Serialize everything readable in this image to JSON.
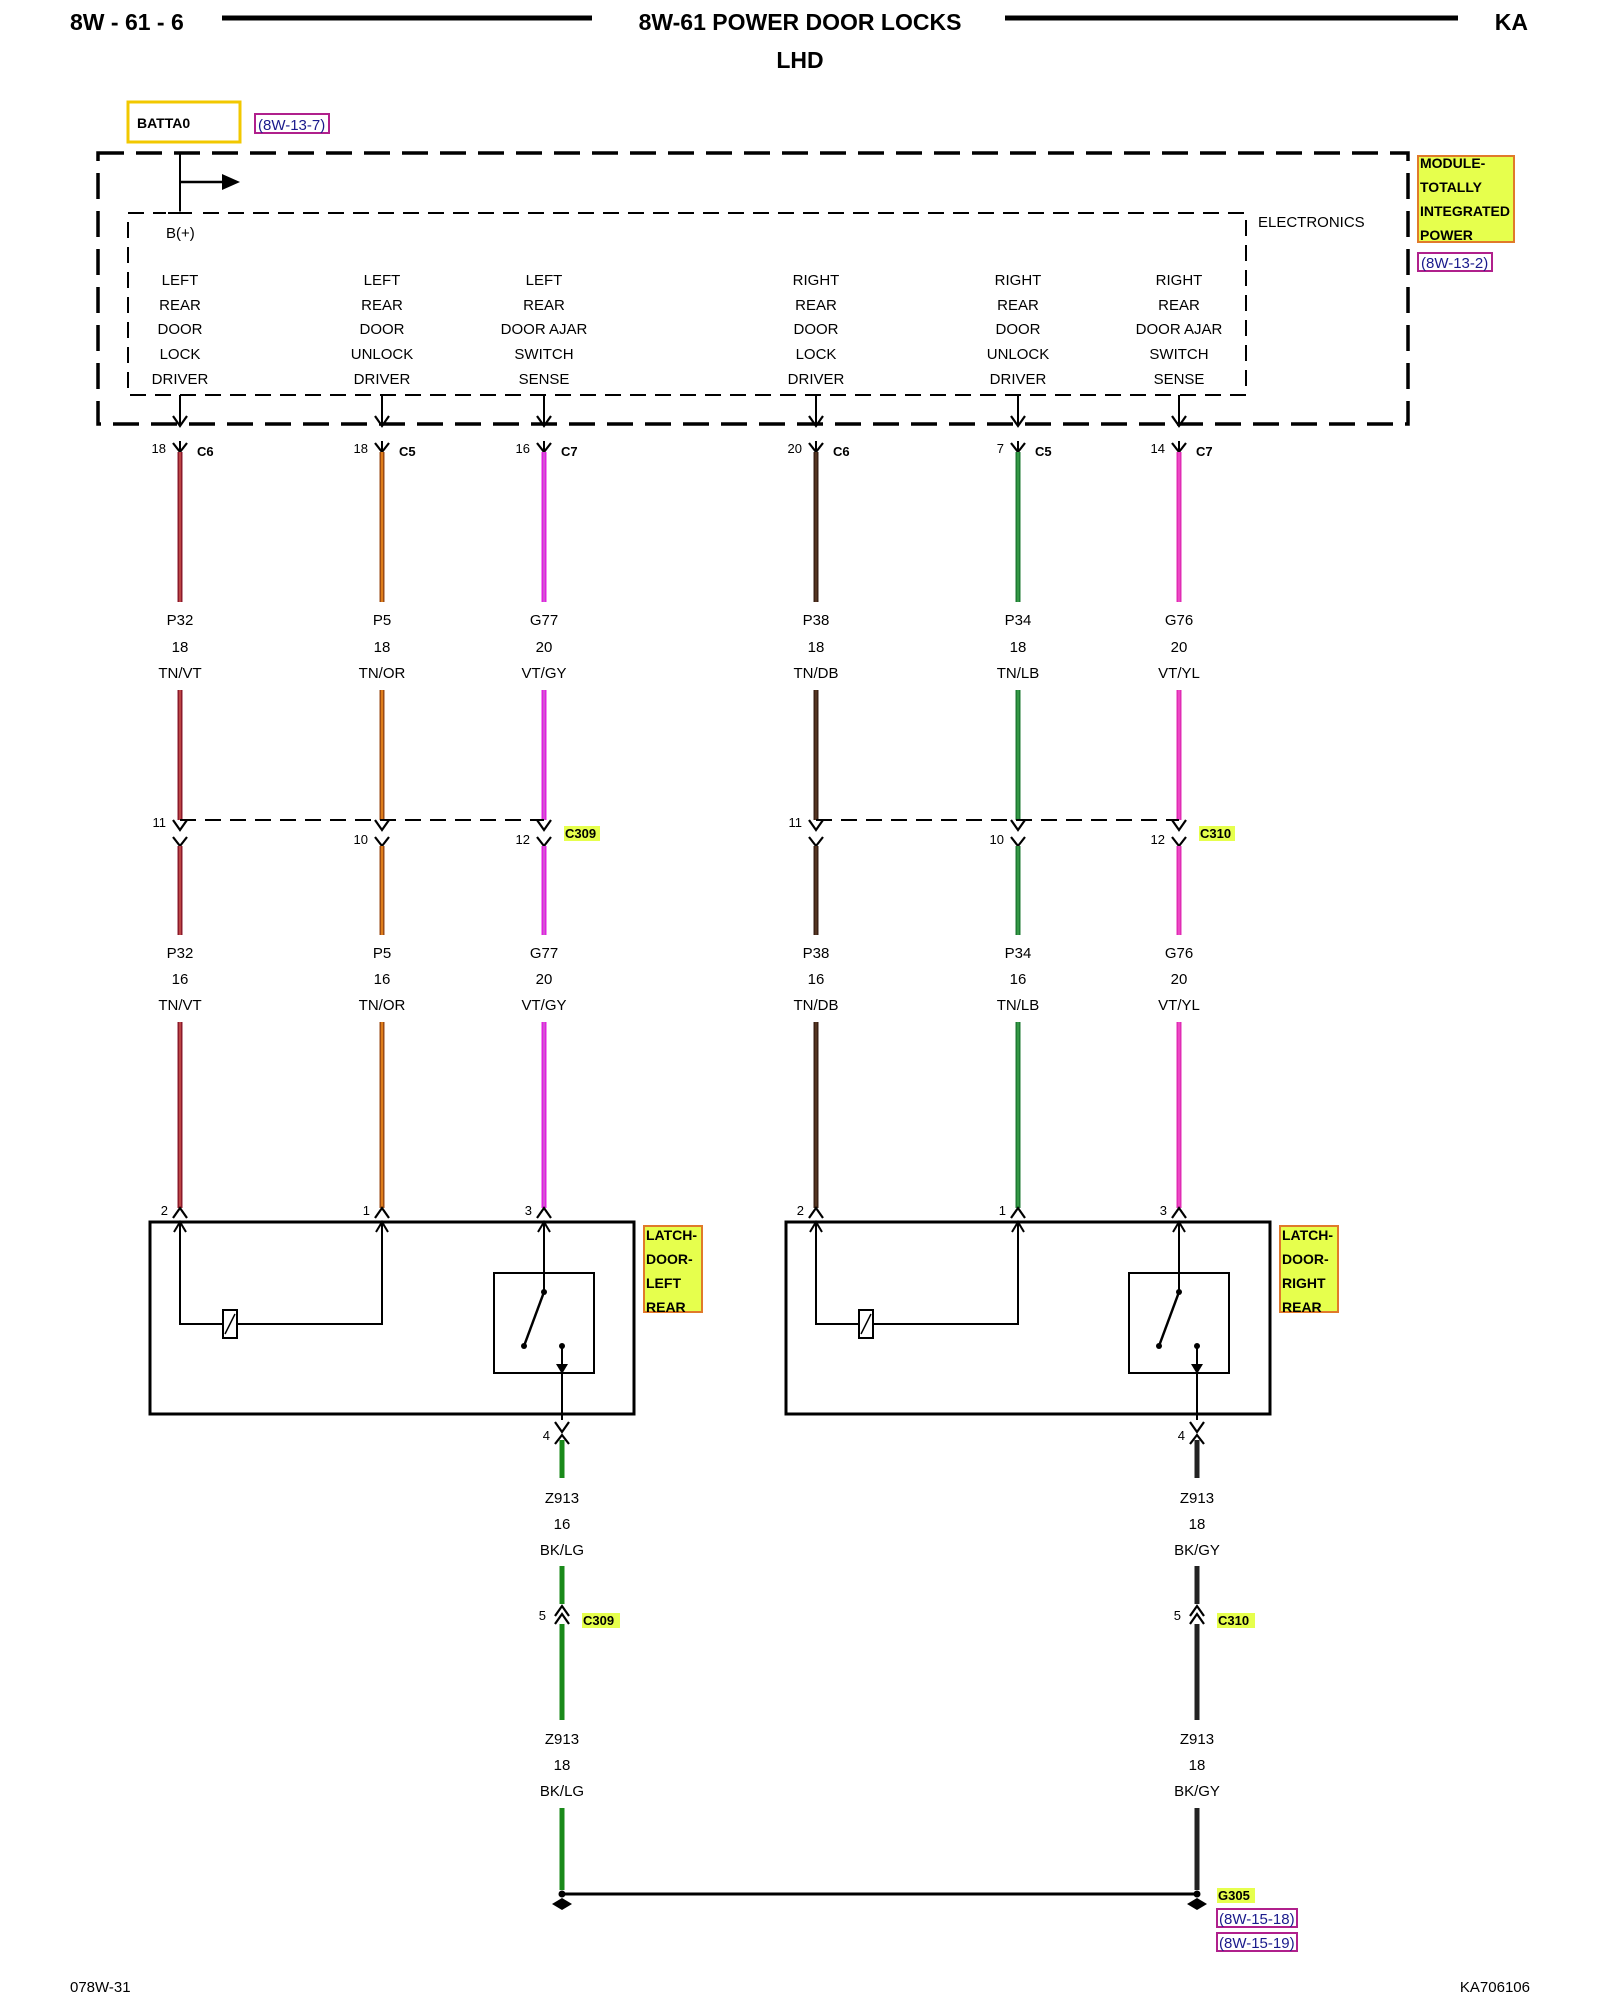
{
  "header": {
    "page_id": "8W - 61 - 6",
    "title": "8W-61 POWER DOOR LOCKS",
    "subtitle": "LHD",
    "model": "KA"
  },
  "power_source": {
    "label": "BATTA0",
    "ref": "(8W-13-7)"
  },
  "module": {
    "name_lines": [
      "MODULE-",
      "TOTALLY",
      "INTEGRATED",
      "POWER"
    ],
    "ref": "(8W-13-2)",
    "section": "ELECTRONICS",
    "bplus": "B(+)"
  },
  "circuits": [
    {
      "func": [
        "LEFT",
        "REAR",
        "DOOR",
        "LOCK",
        "DRIVER"
      ],
      "module_pin": "18",
      "module_conn": "C6",
      "wire1": [
        "P32",
        "18",
        "TN/VT"
      ],
      "inline_pin": "11",
      "wire2": [
        "P32",
        "16",
        "TN/VT"
      ],
      "latch_pin": "2",
      "color": "#8b1a2b",
      "stripe": "#c8504c"
    },
    {
      "func": [
        "LEFT",
        "REAR",
        "DOOR",
        "UNLOCK",
        "DRIVER"
      ],
      "module_pin": "18",
      "module_conn": "C5",
      "wire1": [
        "P5",
        "18",
        "TN/OR"
      ],
      "inline_pin": "10",
      "wire2": [
        "P5",
        "16",
        "TN/OR"
      ],
      "latch_pin": "1",
      "color": "#9a4a14",
      "stripe": "#f08a1c"
    },
    {
      "func": [
        "LEFT",
        "REAR",
        "DOOR AJAR",
        "SWITCH",
        "SENSE"
      ],
      "module_pin": "16",
      "module_conn": "C7",
      "wire1": [
        "G77",
        "20",
        "VT/GY"
      ],
      "inline_pin": "12",
      "inline_conn": "C309",
      "wire2": [
        "G77",
        "20",
        "VT/GY"
      ],
      "latch_pin": "3",
      "color": "#e020e0",
      "stripe": "#d060d0"
    },
    {
      "func": [
        "RIGHT",
        "REAR",
        "DOOR",
        "LOCK",
        "DRIVER"
      ],
      "module_pin": "20",
      "module_conn": "C6",
      "wire1": [
        "P38",
        "18",
        "TN/DB"
      ],
      "inline_pin": "11",
      "wire2": [
        "P38",
        "16",
        "TN/DB"
      ],
      "latch_pin": "2",
      "color": "#3a2014",
      "stripe": "#5a3a24"
    },
    {
      "func": [
        "RIGHT",
        "REAR",
        "DOOR",
        "UNLOCK",
        "DRIVER"
      ],
      "module_pin": "7",
      "module_conn": "C5",
      "wire1": [
        "P34",
        "18",
        "TN/LB"
      ],
      "inline_pin": "10",
      "wire2": [
        "P34",
        "16",
        "TN/LB"
      ],
      "latch_pin": "1",
      "color": "#1e7a32",
      "stripe": "#3aa04a"
    },
    {
      "func": [
        "RIGHT",
        "REAR",
        "DOOR AJAR",
        "SWITCH",
        "SENSE"
      ],
      "module_pin": "14",
      "module_conn": "C7",
      "wire1": [
        "G76",
        "20",
        "VT/YL"
      ],
      "inline_pin": "12",
      "inline_conn": "C310",
      "wire2": [
        "G76",
        "20",
        "VT/YL"
      ],
      "latch_pin": "3",
      "color": "#e02cb4",
      "stripe": "#f050c8"
    }
  ],
  "latches": [
    {
      "name_lines": [
        "LATCH-",
        "DOOR-",
        "LEFT",
        "REAR"
      ]
    },
    {
      "name_lines": [
        "LATCH-",
        "DOOR-",
        "RIGHT",
        "REAR"
      ]
    }
  ],
  "grounds": [
    {
      "latch_pin": "4",
      "wire1": [
        "Z913",
        "16",
        "BK/LG"
      ],
      "inline_pin": "5",
      "inline_conn": "C309",
      "wire2": [
        "Z913",
        "18",
        "BK/LG"
      ],
      "color": "#1a8a1a"
    },
    {
      "latch_pin": "4",
      "wire1": [
        "Z913",
        "18",
        "BK/GY"
      ],
      "inline_pin": "5",
      "inline_conn": "C310",
      "wire2": [
        "Z913",
        "18",
        "BK/GY"
      ],
      "color": "#222222"
    }
  ],
  "ground_point": {
    "label": "G305",
    "refs": [
      "(8W-15-18)",
      "(8W-15-19)"
    ]
  },
  "footer": {
    "left": "078W-31",
    "right": "KA706106"
  },
  "colors": {
    "highlight_yellow": "#e6ff4d",
    "highlight_border": "#e07a2a",
    "ref_border": "#b0208c"
  }
}
